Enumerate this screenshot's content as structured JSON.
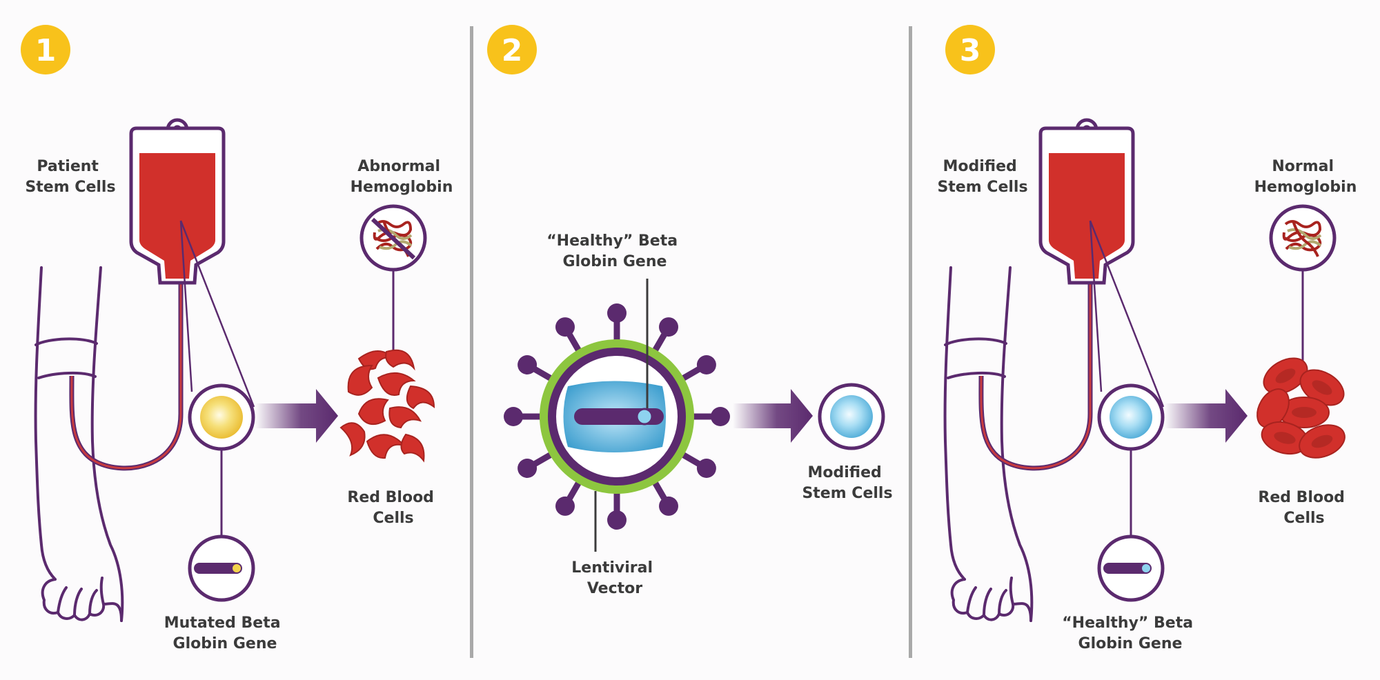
{
  "colors": {
    "background": "#fcfbfc",
    "badge": "#f8c21b",
    "purple": "#5b2a6e",
    "blood": "#d1302b",
    "blood_dark": "#a8231f",
    "yellow_cell": "#f3d24c",
    "blue_cell": "#8ed3ef",
    "green_ring": "#8dc63f",
    "divider": "#a9a9a9",
    "text": "#3b3b3b"
  },
  "panels": [
    {
      "step": "1",
      "bag_label": [
        "Patient",
        "Stem Cells"
      ],
      "hemoglobin_label": [
        "Abnormal",
        "Hemoglobin"
      ],
      "rbc_label": [
        "Red Blood",
        "Cells"
      ],
      "gene_label": [
        "Mutated Beta",
        "Globin Gene"
      ],
      "cell_state": "mutated",
      "icons": [
        "blood-bag-icon",
        "arm-icon",
        "stem-cell-icon",
        "chromosome-icon",
        "sickle-cell-icon",
        "abnormal-hemoglobin-icon",
        "arrow-icon"
      ]
    },
    {
      "step": "2",
      "gene_label": [
        "“Healthy” Beta",
        "Globin Gene"
      ],
      "vector_label": [
        "Lentiviral",
        "Vector"
      ],
      "result_label": [
        "Modified",
        "Stem Cells"
      ],
      "icons": [
        "lentiviral-vector-icon",
        "chromosome-icon",
        "arrow-icon",
        "stem-cell-icon"
      ]
    },
    {
      "step": "3",
      "bag_label": [
        "Modified",
        "Stem Cells"
      ],
      "hemoglobin_label": [
        "Normal",
        "Hemoglobin"
      ],
      "rbc_label": [
        "Red Blood",
        "Cells"
      ],
      "gene_label": [
        "“Healthy” Beta",
        "Globin Gene"
      ],
      "cell_state": "healthy",
      "icons": [
        "blood-bag-icon",
        "arm-icon",
        "stem-cell-icon",
        "chromosome-icon",
        "red-blood-cell-icon",
        "normal-hemoglobin-icon",
        "arrow-icon"
      ]
    }
  ]
}
